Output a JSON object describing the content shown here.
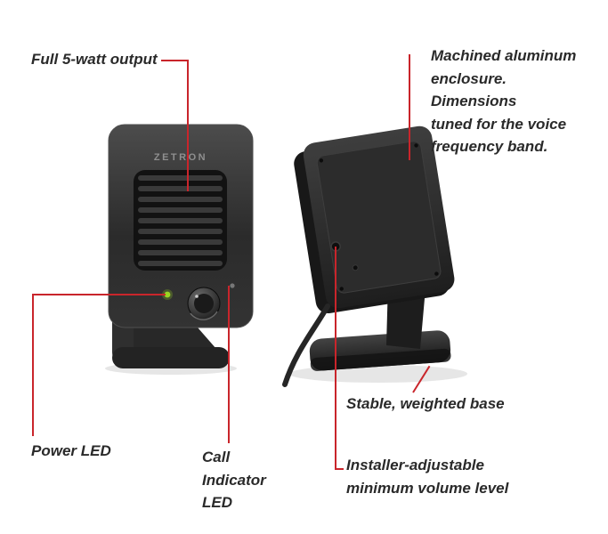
{
  "figure": {
    "accent_color": "#c9252b",
    "brand": "ZETRON",
    "callouts": {
      "full_output": "Full 5-watt output",
      "enclosure": "Machined aluminum\nenclosure. Dimensions\ntuned for the voice\nfrequency band.",
      "power_led": "Power LED",
      "call_led": "Call\nIndicator\nLED",
      "base": "Stable, weighted base",
      "volume": "Installer-adjustable\nminimum volume level"
    }
  }
}
